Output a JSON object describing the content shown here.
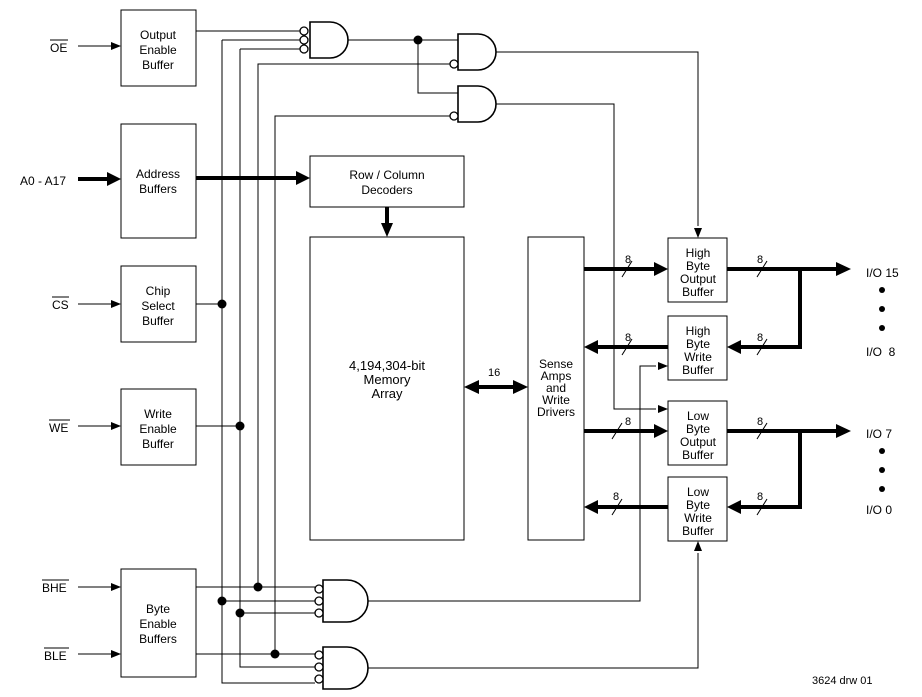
{
  "signals": {
    "oe": "OE",
    "address": "A0 - A17",
    "cs": "CS",
    "we": "WE",
    "bhe": "BHE",
    "ble": "BLE"
  },
  "blocks": {
    "output_enable_buffer": [
      "Output",
      "Enable",
      "Buffer"
    ],
    "address_buffers": [
      "Address",
      "Buffers"
    ],
    "chip_select_buffer": [
      "Chip",
      "Select",
      "Buffer"
    ],
    "write_enable_buffer": [
      "Write",
      "Enable",
      "Buffer"
    ],
    "byte_enable_buffers": [
      "Byte",
      "Enable",
      "Buffers"
    ],
    "row_column_decoders": [
      "Row / Column",
      "Decoders"
    ],
    "memory_array": [
      "4,194,304-bit",
      "Memory",
      "Array"
    ],
    "sense_amps": [
      "Sense",
      "Amps",
      "and",
      "Write",
      "Drivers"
    ],
    "high_byte_output_buffer": [
      "High",
      "Byte",
      "Output",
      "Buffer"
    ],
    "high_byte_write_buffer": [
      "High",
      "Byte",
      "Write",
      "Buffer"
    ],
    "low_byte_output_buffer": [
      "Low",
      "Byte",
      "Output",
      "Buffer"
    ],
    "low_byte_write_buffer": [
      "Low",
      "Byte",
      "Write",
      "Buffer"
    ]
  },
  "bus_widths": {
    "array_bus": "16",
    "byte_bus": "8"
  },
  "io": {
    "high_top": "I/O 15",
    "high_bottom": "I/O  8",
    "low_top": "I/O 7",
    "low_bottom": "I/O 0"
  },
  "drawing_id": "3624 drw 01"
}
